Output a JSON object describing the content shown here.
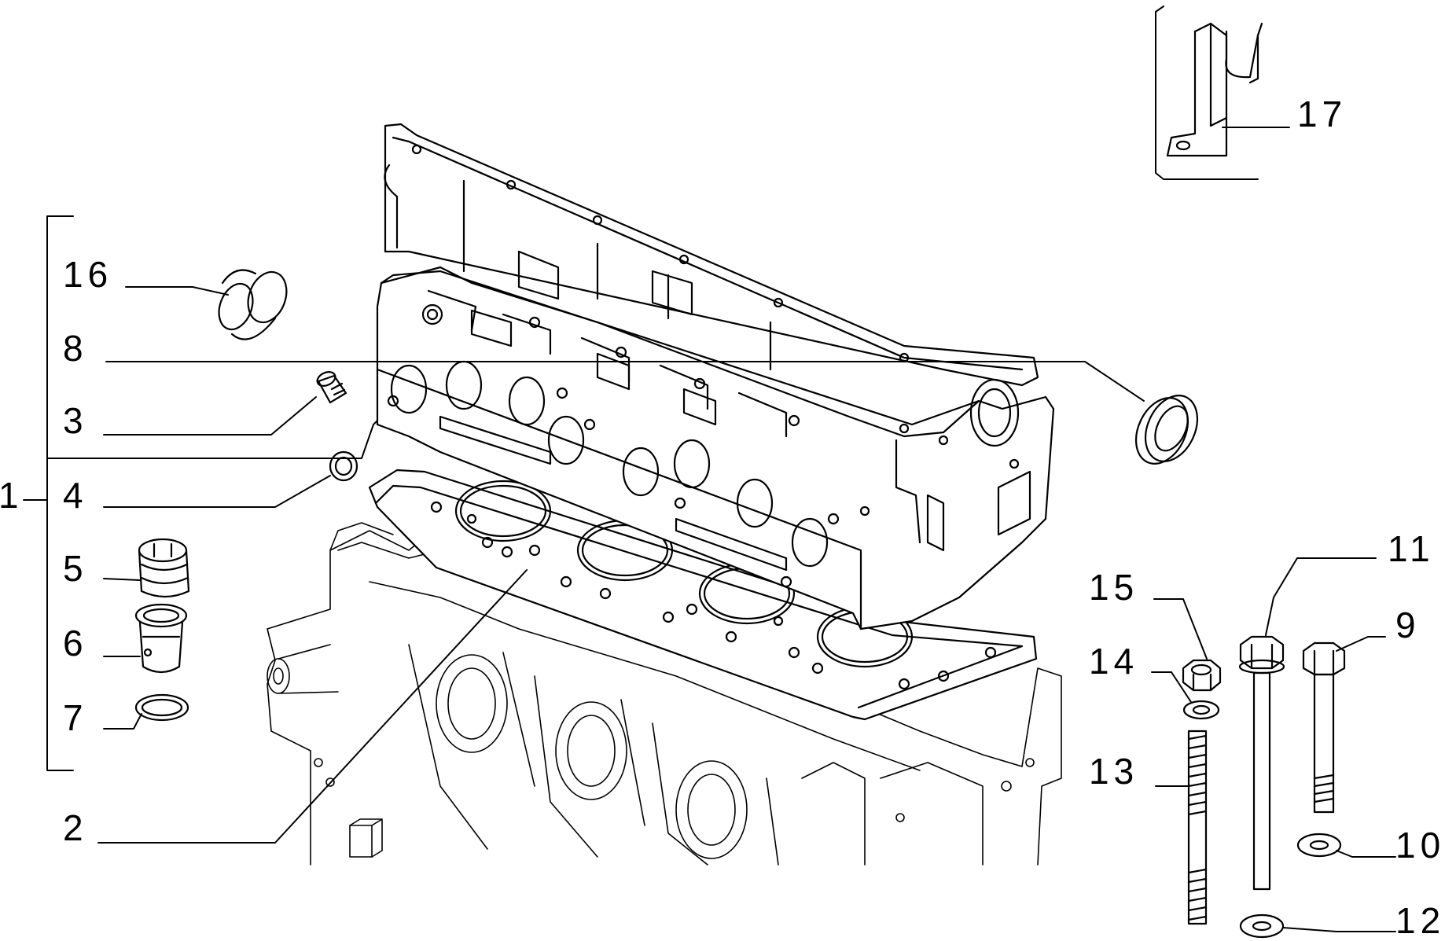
{
  "diagram": {
    "colors": {
      "line": "#000000",
      "background": "#ffffff"
    },
    "callouts": [
      {
        "id": "1",
        "text": "1"
      },
      {
        "id": "2",
        "text": "2"
      },
      {
        "id": "3",
        "text": "3"
      },
      {
        "id": "4",
        "text": "4"
      },
      {
        "id": "5",
        "text": "5"
      },
      {
        "id": "6",
        "text": "6"
      },
      {
        "id": "7",
        "text": "7"
      },
      {
        "id": "8",
        "text": "8"
      },
      {
        "id": "9",
        "text": "9"
      },
      {
        "id": "10",
        "text": "10"
      },
      {
        "id": "11",
        "text": "11"
      },
      {
        "id": "12",
        "text": "12"
      },
      {
        "id": "13",
        "text": "13"
      },
      {
        "id": "14",
        "text": "14"
      },
      {
        "id": "15",
        "text": "15"
      },
      {
        "id": "16",
        "text": "16"
      },
      {
        "id": "17",
        "text": "17"
      }
    ]
  }
}
